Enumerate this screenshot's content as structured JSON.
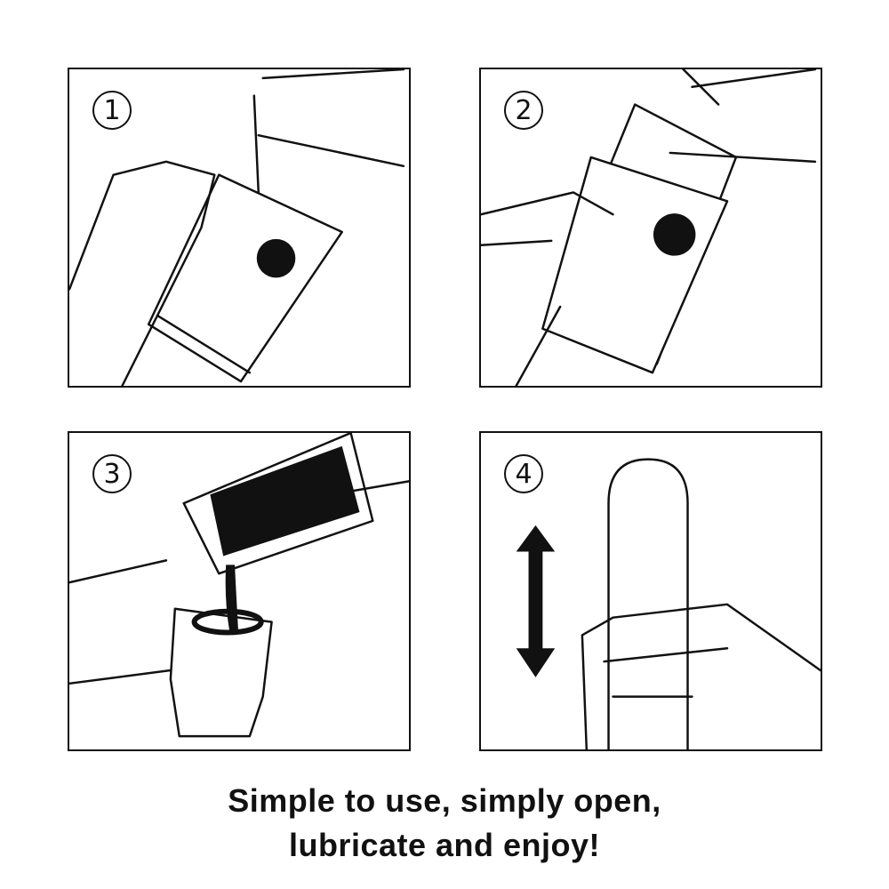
{
  "panels": [
    {
      "step": "1",
      "description": "Hands tearing open a packet along its top edge"
    },
    {
      "step": "2",
      "description": "Hands sliding the item out of the opened packet"
    },
    {
      "step": "3",
      "description": "Pouring from a dark sachet into the item's opening"
    },
    {
      "step": "4",
      "description": "Hand holding the item with an up-and-down arrow indicating motion"
    }
  ],
  "caption": {
    "line1": "Simple to use, simply open,",
    "line2": "lubricate and enjoy!"
  },
  "colors": {
    "line": "#111111",
    "background": "#ffffff"
  }
}
